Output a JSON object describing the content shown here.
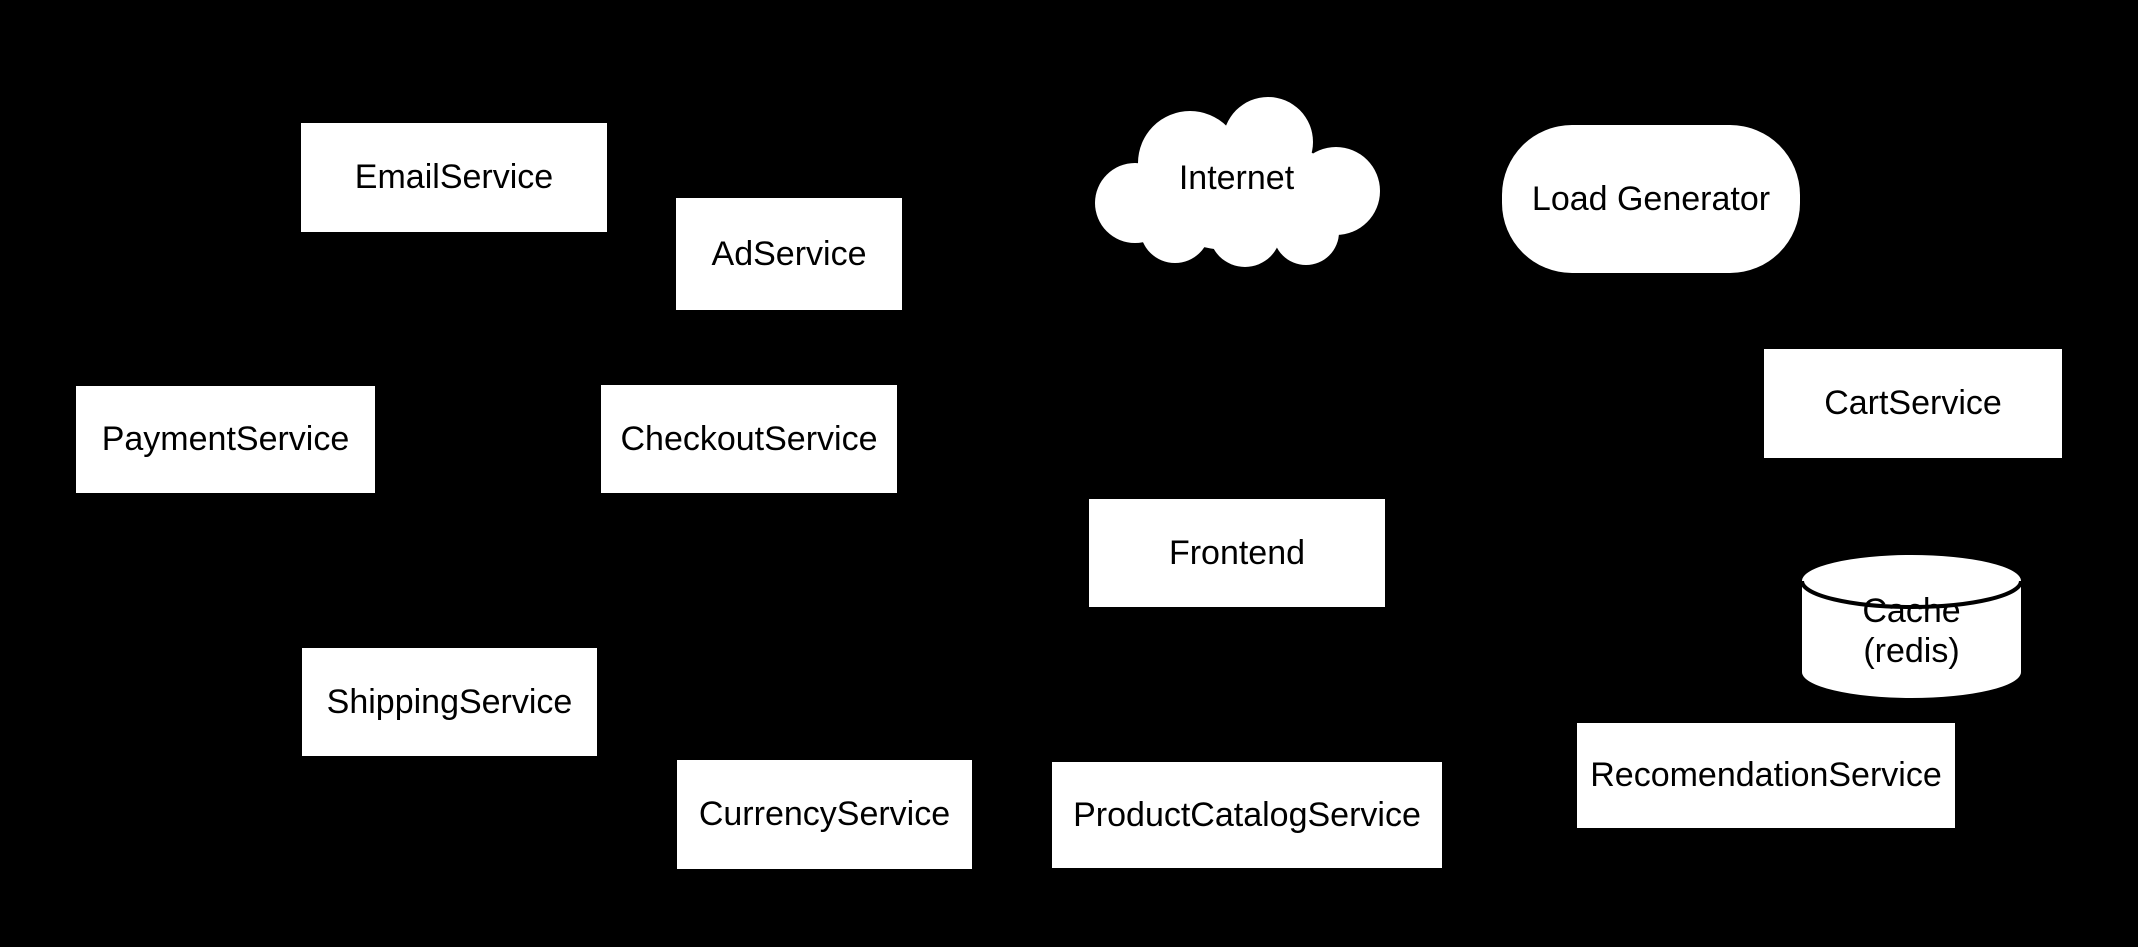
{
  "diagram": {
    "kind": "microservices-architecture-diagram",
    "colors": {
      "background": "#000000",
      "node_fill": "#ffffff",
      "node_text": "#000000",
      "cylinder_stroke": "#000000"
    },
    "nodes": {
      "email_service": {
        "label": "EmailService",
        "shape": "rectangle"
      },
      "ad_service": {
        "label": "AdService",
        "shape": "rectangle"
      },
      "internet": {
        "label": "Internet",
        "shape": "cloud"
      },
      "load_generator": {
        "label": "Load Generator",
        "shape": "rounded-rectangle"
      },
      "payment_service": {
        "label": "PaymentService",
        "shape": "rectangle"
      },
      "checkout_service": {
        "label": "CheckoutService",
        "shape": "rectangle"
      },
      "cart_service": {
        "label": "CartService",
        "shape": "rectangle"
      },
      "frontend": {
        "label": "Frontend",
        "shape": "rectangle"
      },
      "cache": {
        "label_line1": "Cache",
        "label_line2": "(redis)",
        "shape": "cylinder"
      },
      "shipping_service": {
        "label": "ShippingService",
        "shape": "rectangle"
      },
      "currency_service": {
        "label": "CurrencyService",
        "shape": "rectangle"
      },
      "product_catalog_service": {
        "label": "ProductCatalogService",
        "shape": "rectangle"
      },
      "recomendation_service": {
        "label": "RecomendationService",
        "shape": "rectangle"
      }
    }
  }
}
